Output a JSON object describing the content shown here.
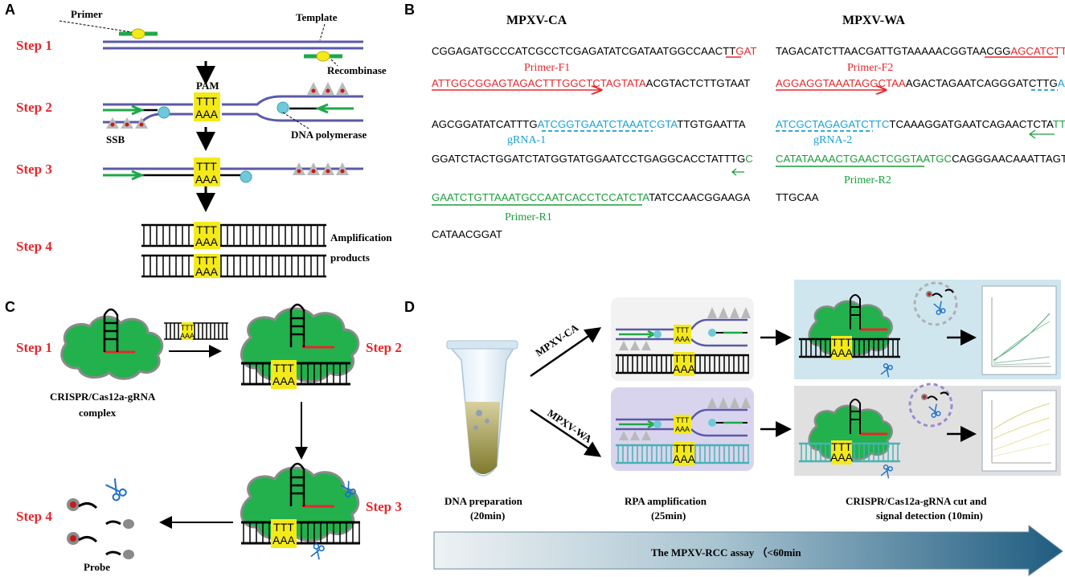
{
  "panels": {
    "a": "A",
    "b": "B",
    "c": "C",
    "d": "D"
  },
  "panel_a": {
    "steps": [
      "Step 1",
      "Step 2",
      "Step 3",
      "Step 4"
    ],
    "primer": "Primer",
    "template": "Template",
    "recombinase": "Recombinase",
    "pam": "PAM",
    "ssb": "SSB",
    "dna_polymerase": "DNA polymerase",
    "amp_line1": "Amplification",
    "amp_line2": "products",
    "ttt": "TTT",
    "aaa": "AAA"
  },
  "panel_b": {
    "ca": {
      "title": "MPXV-CA",
      "l1_black": "CGGAGATGCCCATCGCCTCGAGATATCGATAATGGCCAACTT",
      "l1_red": "GAT",
      "primer_f": "Primer-F1",
      "l2_red": "ATTGGCGGAGTAGACTTTGGCTCTAGTATA",
      "l2_black": "ACGTACTCTTGTAAT",
      "l3_black1": "AGCGGATATCATTTG",
      "l3_blue": "ATCGGTGAATCTAAATCGTA",
      "l3_black2": "TTGTGAATTA",
      "grna": "gRNA-1",
      "l4_black": "GGATCTACTGGATCTATGGTATGGAATCCTGAGGCACCTATTTG",
      "l4_green": "C",
      "l5_green": "GAATCTGTTAAATGCCAATCACCTCCATCTA",
      "l5_black": "TATCCAACGGAAGA",
      "primer_r": "Primer-R1",
      "l6_black": "CATAACGGAT"
    },
    "wa": {
      "title": "MPXV-WA",
      "l1_black": "TAGACATCTTAACGATTGTAAAAACGGTAACGG",
      "l1_red": "AGCATCTTCTG",
      "primer_f": "Primer-F2",
      "l2_red": "AGGAGGTAAATAGGCTAA",
      "l2_black": "AGACTAGAATCAGGGATCTTG",
      "l2_blue": "AACG",
      "l3_blue": "ATCGCTAGAGATCTTC",
      "l3_black": "TCAAAGGATGAATCAGAACTCTA",
      "l3_green": "TTCGG",
      "grna": "gRNA-2",
      "l4_green": "CATATAAAACTGAACTCGGTAATGC",
      "l4_black": "CAGGGAACAAATTAGTAAC",
      "primer_r": "Primer-R2",
      "l5_black": "TTGCAA"
    }
  },
  "panel_c": {
    "steps": [
      "Step 1",
      "Step 2",
      "Step 3",
      "Step 4"
    ],
    "complex_line1": "CRISPR/Cas12a-gRNA",
    "complex_line2": "complex",
    "probe": "Probe",
    "ttt": "TTT",
    "aaa": "AAA"
  },
  "panel_d": {
    "ca": "MPXV-CA",
    "wa": "MPXV-WA",
    "prep_line1": "DNA preparation",
    "prep_line2": "(20min)",
    "rpa_line1": "RPA amplification",
    "rpa_line2": "(25min)",
    "cut_line1": "CRISPR/Cas12a-gRNA cut  and",
    "cut_line2": "signal detection     (10min)",
    "assay": "The MPXV-RCC assay （<60min",
    "ttt": "TTT",
    "aaa": "AAA"
  },
  "colors": {
    "template": "#5b59a8",
    "primer": "#1fa84a",
    "red": "#e8262b",
    "pam": "#f4ea1a",
    "cas": "#23b14d",
    "blue": "#1a9fd8"
  }
}
